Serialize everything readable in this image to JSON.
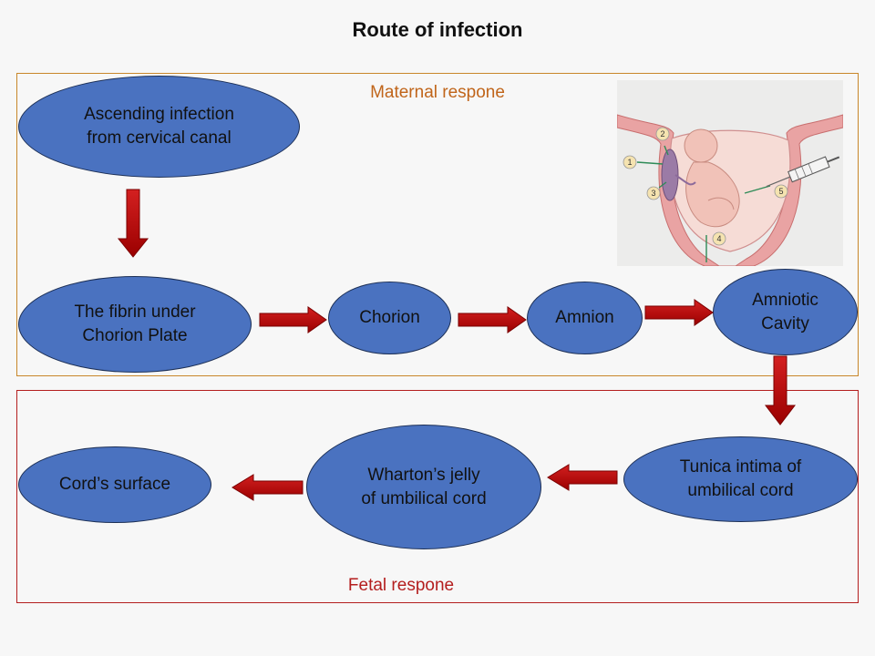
{
  "title": "Route of infection",
  "maternal": {
    "label": "Maternal respone"
  },
  "fetal": {
    "label": "Fetal respone"
  },
  "nodes": {
    "ascending": {
      "line1": "Ascending infection",
      "line2": "from cervical canal"
    },
    "fibrin": {
      "line1": "The fibrin under",
      "line2": "Chorion Plate"
    },
    "chorion": {
      "line1": "Chorion"
    },
    "amnion": {
      "line1": "Amnion"
    },
    "amniotic": {
      "line1": "Amniotic",
      "line2": "Cavity"
    },
    "tunica": {
      "line1": "Tunica intima of",
      "line2": "umbilical cord"
    },
    "wharton": {
      "line1": "Wharton’s jelly",
      "line2": "of umbilical cord"
    },
    "cord": {
      "line1": "Cord’s surface"
    }
  },
  "illustration": {
    "markers": [
      "1",
      "2",
      "3",
      "4",
      "5"
    ]
  },
  "colors": {
    "node_fill": "#4a72c0",
    "arrow": "#c00000",
    "maternal_border": "#c8862a",
    "fetal_border": "#b41e1e"
  }
}
